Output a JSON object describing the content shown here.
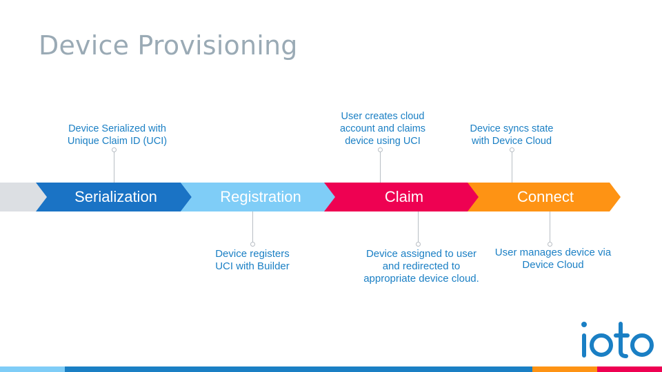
{
  "slide": {
    "title": "Device Provisioning"
  },
  "stages": [
    {
      "label": "Serialization",
      "color": "#1a73c5"
    },
    {
      "label": "Registration",
      "color": "#7fcdf7"
    },
    {
      "label": "Claim",
      "color": "#ee0152"
    },
    {
      "label": "Connect",
      "color": "#fe9314"
    }
  ],
  "lead_segment_color": "#dcdfe3",
  "annotations": {
    "serialized": {
      "line1": "Device Serialized with",
      "line2": "Unique Claim ID (UCI)"
    },
    "registers": {
      "line1": "Device registers",
      "line2": "UCI with Builder"
    },
    "claims": {
      "line1": "User creates cloud",
      "line2": "account and claims",
      "line3": "device using UCI"
    },
    "assigned": {
      "line1": "Device assigned to user",
      "line2": "and redirected to",
      "line3": "appropriate device cloud."
    },
    "syncs": {
      "line1": "Device syncs state",
      "line2": "with Device Cloud"
    },
    "manages": {
      "line1": "User manages device via",
      "line2": "Device Cloud"
    }
  },
  "logo": {
    "text": "ioto",
    "color": "#1a7fc4"
  },
  "bottom_bar_colors": [
    "#7fcdf7",
    "#1a7fc4",
    "#fe9314",
    "#ee0152"
  ]
}
